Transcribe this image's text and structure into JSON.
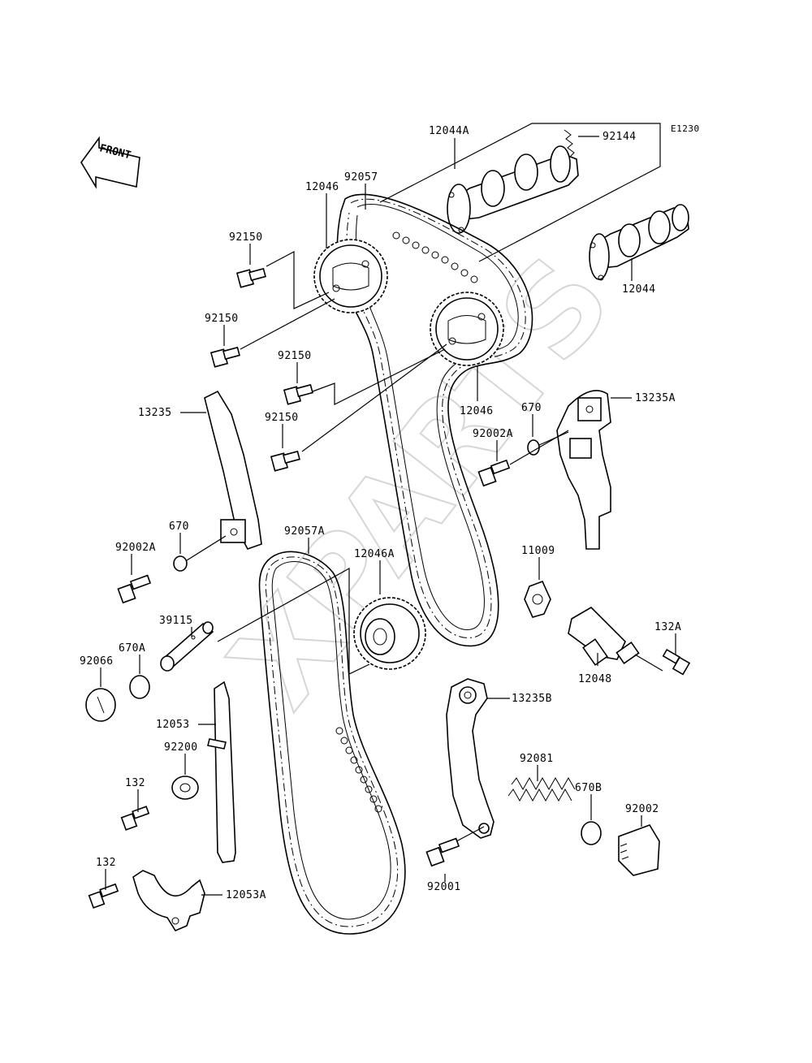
{
  "diagram_id": "E1230",
  "front_label": "FRONT",
  "watermark": "XPARTS",
  "parts": {
    "p12044A": "12044A",
    "p92144": "92144",
    "p92057": "92057",
    "p12046_top": "12046",
    "p92150_a": "92150",
    "p92150_b": "92150",
    "p92150_c": "92150",
    "p92150_d": "92150",
    "p12044": "12044",
    "p12046_mid": "12046",
    "p13235": "13235",
    "p13235A": "13235A",
    "p670": "670",
    "p92002A_right": "92002A",
    "p670_left": "670",
    "p92002A_left": "92002A",
    "p92057A": "92057A",
    "p12046A": "12046A",
    "p11009": "11009",
    "p39115": "39115",
    "p670A": "670A",
    "p92066": "92066",
    "p132A": "132A",
    "p12048": "12048",
    "p12053": "12053",
    "p13235B": "13235B",
    "p92200": "92200",
    "p92081": "92081",
    "p132_a": "132",
    "p670B": "670B",
    "p92002": "92002",
    "p132_b": "132",
    "p12053A": "12053A",
    "p92001": "92001"
  }
}
